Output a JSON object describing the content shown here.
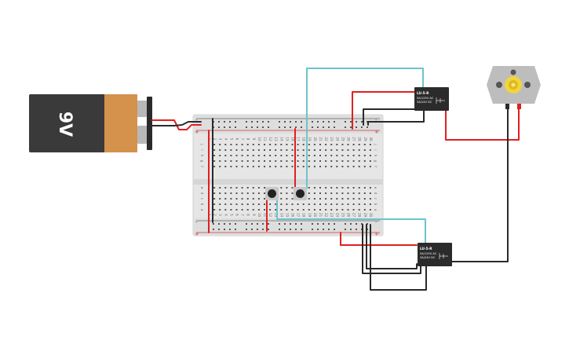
{
  "battery": {
    "label": "9V",
    "colors": {
      "body": "#3a3a3a",
      "cap": "#d4924c",
      "terminal": "#b8b8b8"
    }
  },
  "relays": [
    {
      "id": "relay-top",
      "model": "LU-5-R",
      "rating_1": "5A/125V AC",
      "rating_2": "3A/24V DC"
    },
    {
      "id": "relay-bottom",
      "model": "LU-5-R",
      "rating_1": "5A/125V AC",
      "rating_2": "3A/24V DC"
    }
  ],
  "motor": {
    "icon": "dc-motor-icon",
    "colors": {
      "body": "#bdbdbd",
      "shaft": "#f2d43c"
    }
  },
  "breadboard": {
    "column_numbers": [
      "1",
      "2",
      "3",
      "4",
      "5",
      "6",
      "7",
      "8",
      "9",
      "10",
      "11",
      "12",
      "13",
      "14",
      "15",
      "16",
      "17",
      "18",
      "19",
      "20",
      "21",
      "22",
      "23",
      "24",
      "25",
      "26",
      "27",
      "28",
      "29",
      "30"
    ],
    "row_letters_top": [
      "j",
      "i",
      "h",
      "g",
      "f"
    ],
    "row_letters_bottom": [
      "e",
      "d",
      "c",
      "b",
      "a"
    ],
    "rail_plus": "+",
    "rail_minus": "-",
    "colors": {
      "board": "#e4e4e4",
      "hole": "#555555",
      "rail_red": "#d33a3a",
      "rail_blue": "#555555"
    }
  },
  "buttons": [
    {
      "id": "pushbutton-1"
    },
    {
      "id": "pushbutton-2"
    }
  ],
  "wire_colors": {
    "red": "#e02020",
    "black": "#2a2a2a",
    "teal": "#6cc4cc"
  }
}
